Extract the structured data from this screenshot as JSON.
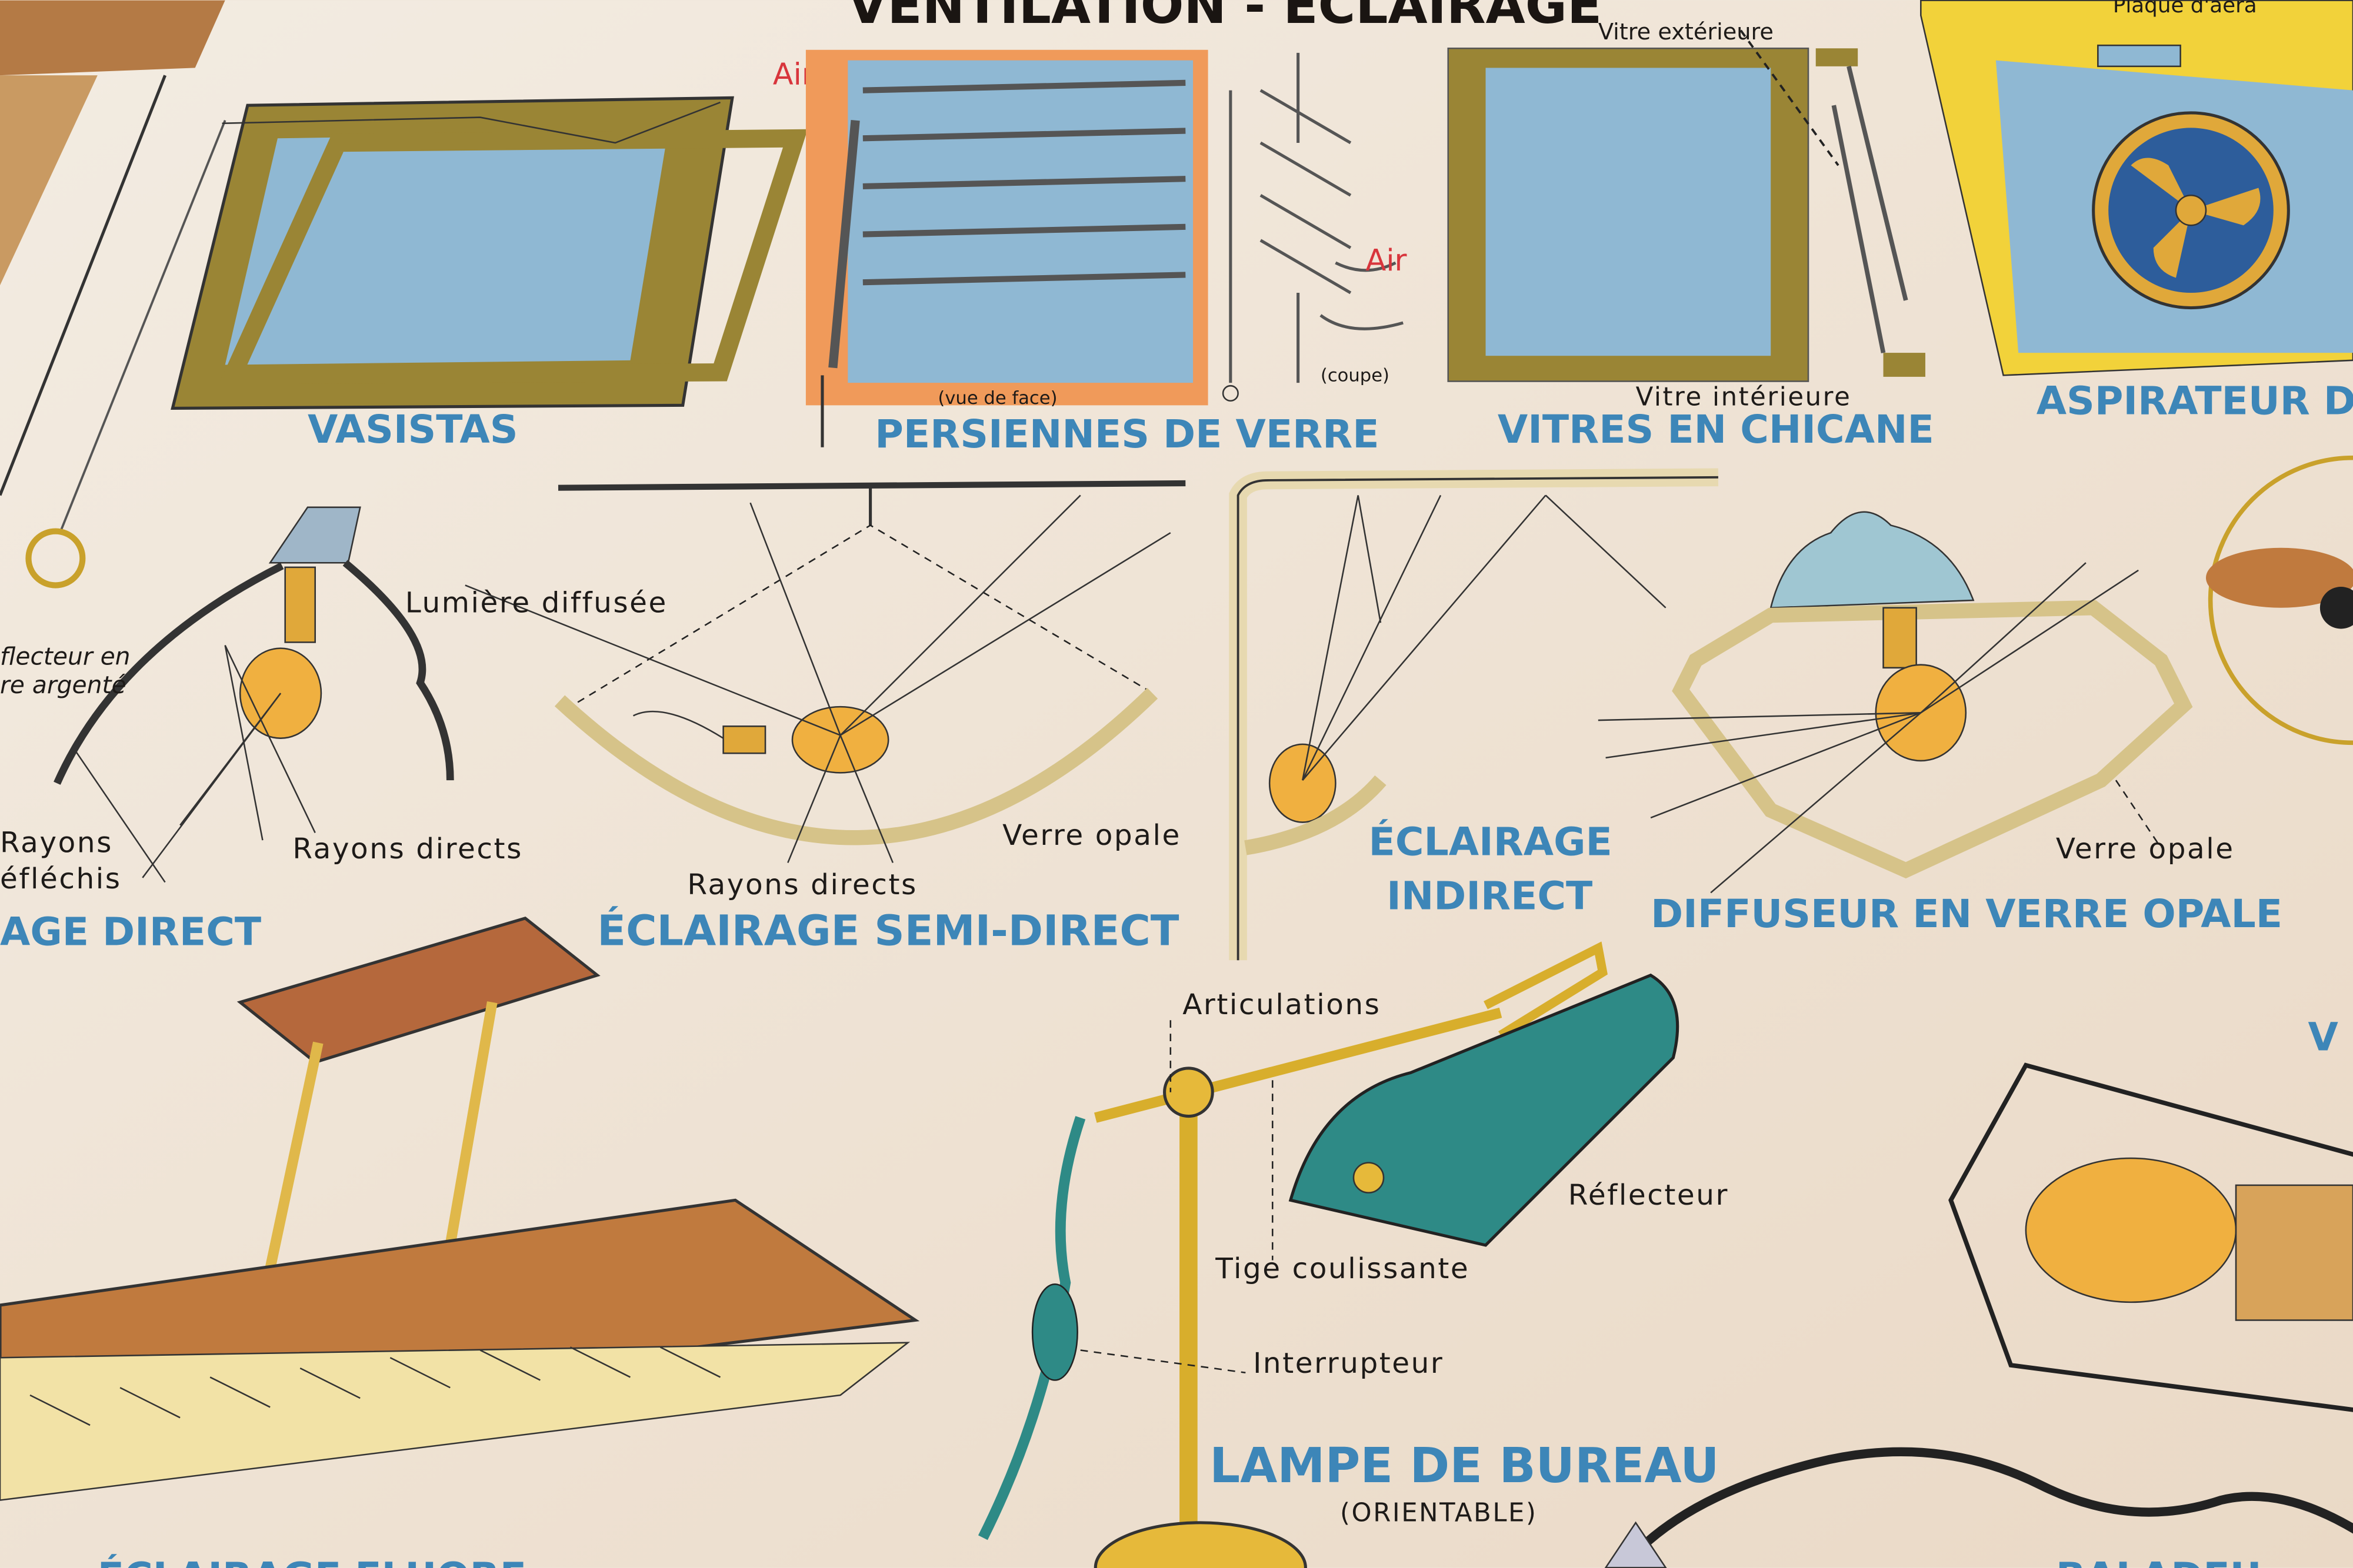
{
  "poster": {
    "title": "VENTILATION - ÉCLAIRAGE",
    "ventilation": {
      "air_1": "Air",
      "air_2": "Air",
      "vitre_exterieure": "Vitre extérieure",
      "plaque": "Plaque d'aéra",
      "vasistas": "VASISTAS",
      "vue_de_face": "(vue de face)",
      "coupe": "(coupe)",
      "persiennes": "PERSIENNES DE VERRE",
      "vitre_interieure": "Vitre intérieure",
      "vitres_chicane": "VITRES EN CHICANE",
      "aspirateur": "ASPIRATEUR DE"
    },
    "eclairage": {
      "reflecteur_1": "flecteur en",
      "reflecteur_2": "re argenté",
      "rayons_reflechis_1": "Rayons",
      "rayons_reflechis_2": "éfléchis",
      "rayons_directs_1": "Rayons directs",
      "direct_title": "AGE DIRECT",
      "lumiere_diffusee": "Lumière diffusée",
      "verre_opale_1": "Verre opale",
      "rayons_directs_2": "Rayons directs",
      "semi_direct_title": "ÉCLAIRAGE SEMI-DIRECT",
      "indirect_title_1": "ÉCLAIRAGE",
      "indirect_title_2": "INDIRECT",
      "verre_opale_2": "Verre opale",
      "diffuseur_title": "DIFFUSEUR EN VERRE OPALE",
      "right_cut": "V"
    },
    "lampe": {
      "articulations": "Articulations",
      "reflecteur": "Réflecteur",
      "tige": "Tige coulissante",
      "interrupteur": "Interrupteur",
      "title": "LAMPE DE BUREAU",
      "subtitle": "(ORIENTABLE)"
    },
    "bottom": {
      "fluo_cut": "ÉCLAIRAGE FLUORE",
      "baladeuse_cut": "BALADEU"
    }
  },
  "colors": {
    "paper": "#efe6da",
    "title_blue": "#3d86b8",
    "glass_blue": "#8fb8d3",
    "frame_olive": "#9a8535",
    "bulb_orange": "#f0b040",
    "lamp_teal": "#2e8a86",
    "air_red": "#d8353c",
    "wood": "#b5683c"
  }
}
